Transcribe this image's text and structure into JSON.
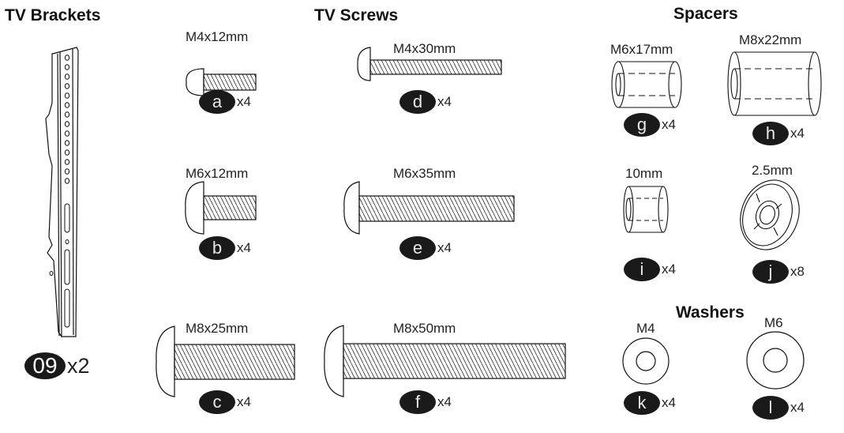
{
  "sections": {
    "brackets": {
      "title": "TV Brackets"
    },
    "screws": {
      "title": "TV Screws"
    },
    "spacers": {
      "title": "Spacers"
    },
    "washers": {
      "title": "Washers"
    }
  },
  "parts": {
    "bracket": {
      "id": "09",
      "qty": "x2"
    },
    "a": {
      "size": "M4x12mm",
      "id": "a",
      "qty": "x4"
    },
    "b": {
      "size": "M6x12mm",
      "id": "b",
      "qty": "x4"
    },
    "c": {
      "size": "M8x25mm",
      "id": "c",
      "qty": "x4"
    },
    "d": {
      "size": "M4x30mm",
      "id": "d",
      "qty": "x4"
    },
    "e": {
      "size": "M6x35mm",
      "id": "e",
      "qty": "x4"
    },
    "f": {
      "size": "M8x50mm",
      "id": "f",
      "qty": "x4"
    },
    "g": {
      "size": "M6x17mm",
      "id": "g",
      "qty": "x4"
    },
    "h": {
      "size": "M8x22mm",
      "id": "h",
      "qty": "x4"
    },
    "i": {
      "size": "10mm",
      "id": "i",
      "qty": "x4"
    },
    "j": {
      "size": "2.5mm",
      "id": "j",
      "qty": "x8"
    },
    "k": {
      "size": "M4",
      "id": "k",
      "qty": "x4"
    },
    "l": {
      "size": "M6",
      "id": "l",
      "qty": "x4"
    }
  },
  "colors": {
    "ink": "#111111",
    "badge": "#1a1a1a",
    "background": "#ffffff"
  }
}
